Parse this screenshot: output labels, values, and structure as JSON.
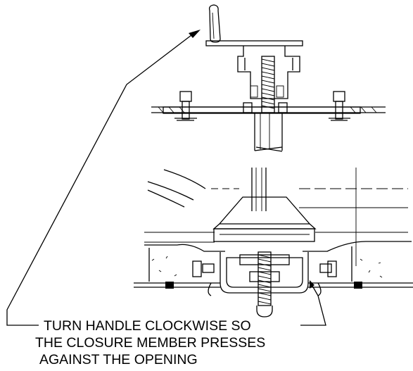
{
  "annotation": {
    "lines": [
      "TURN HANDLE CLOCKWISE SO",
      "THE CLOSURE MEMBER PRESSES",
      "AGAINST THE OPENING"
    ]
  }
}
